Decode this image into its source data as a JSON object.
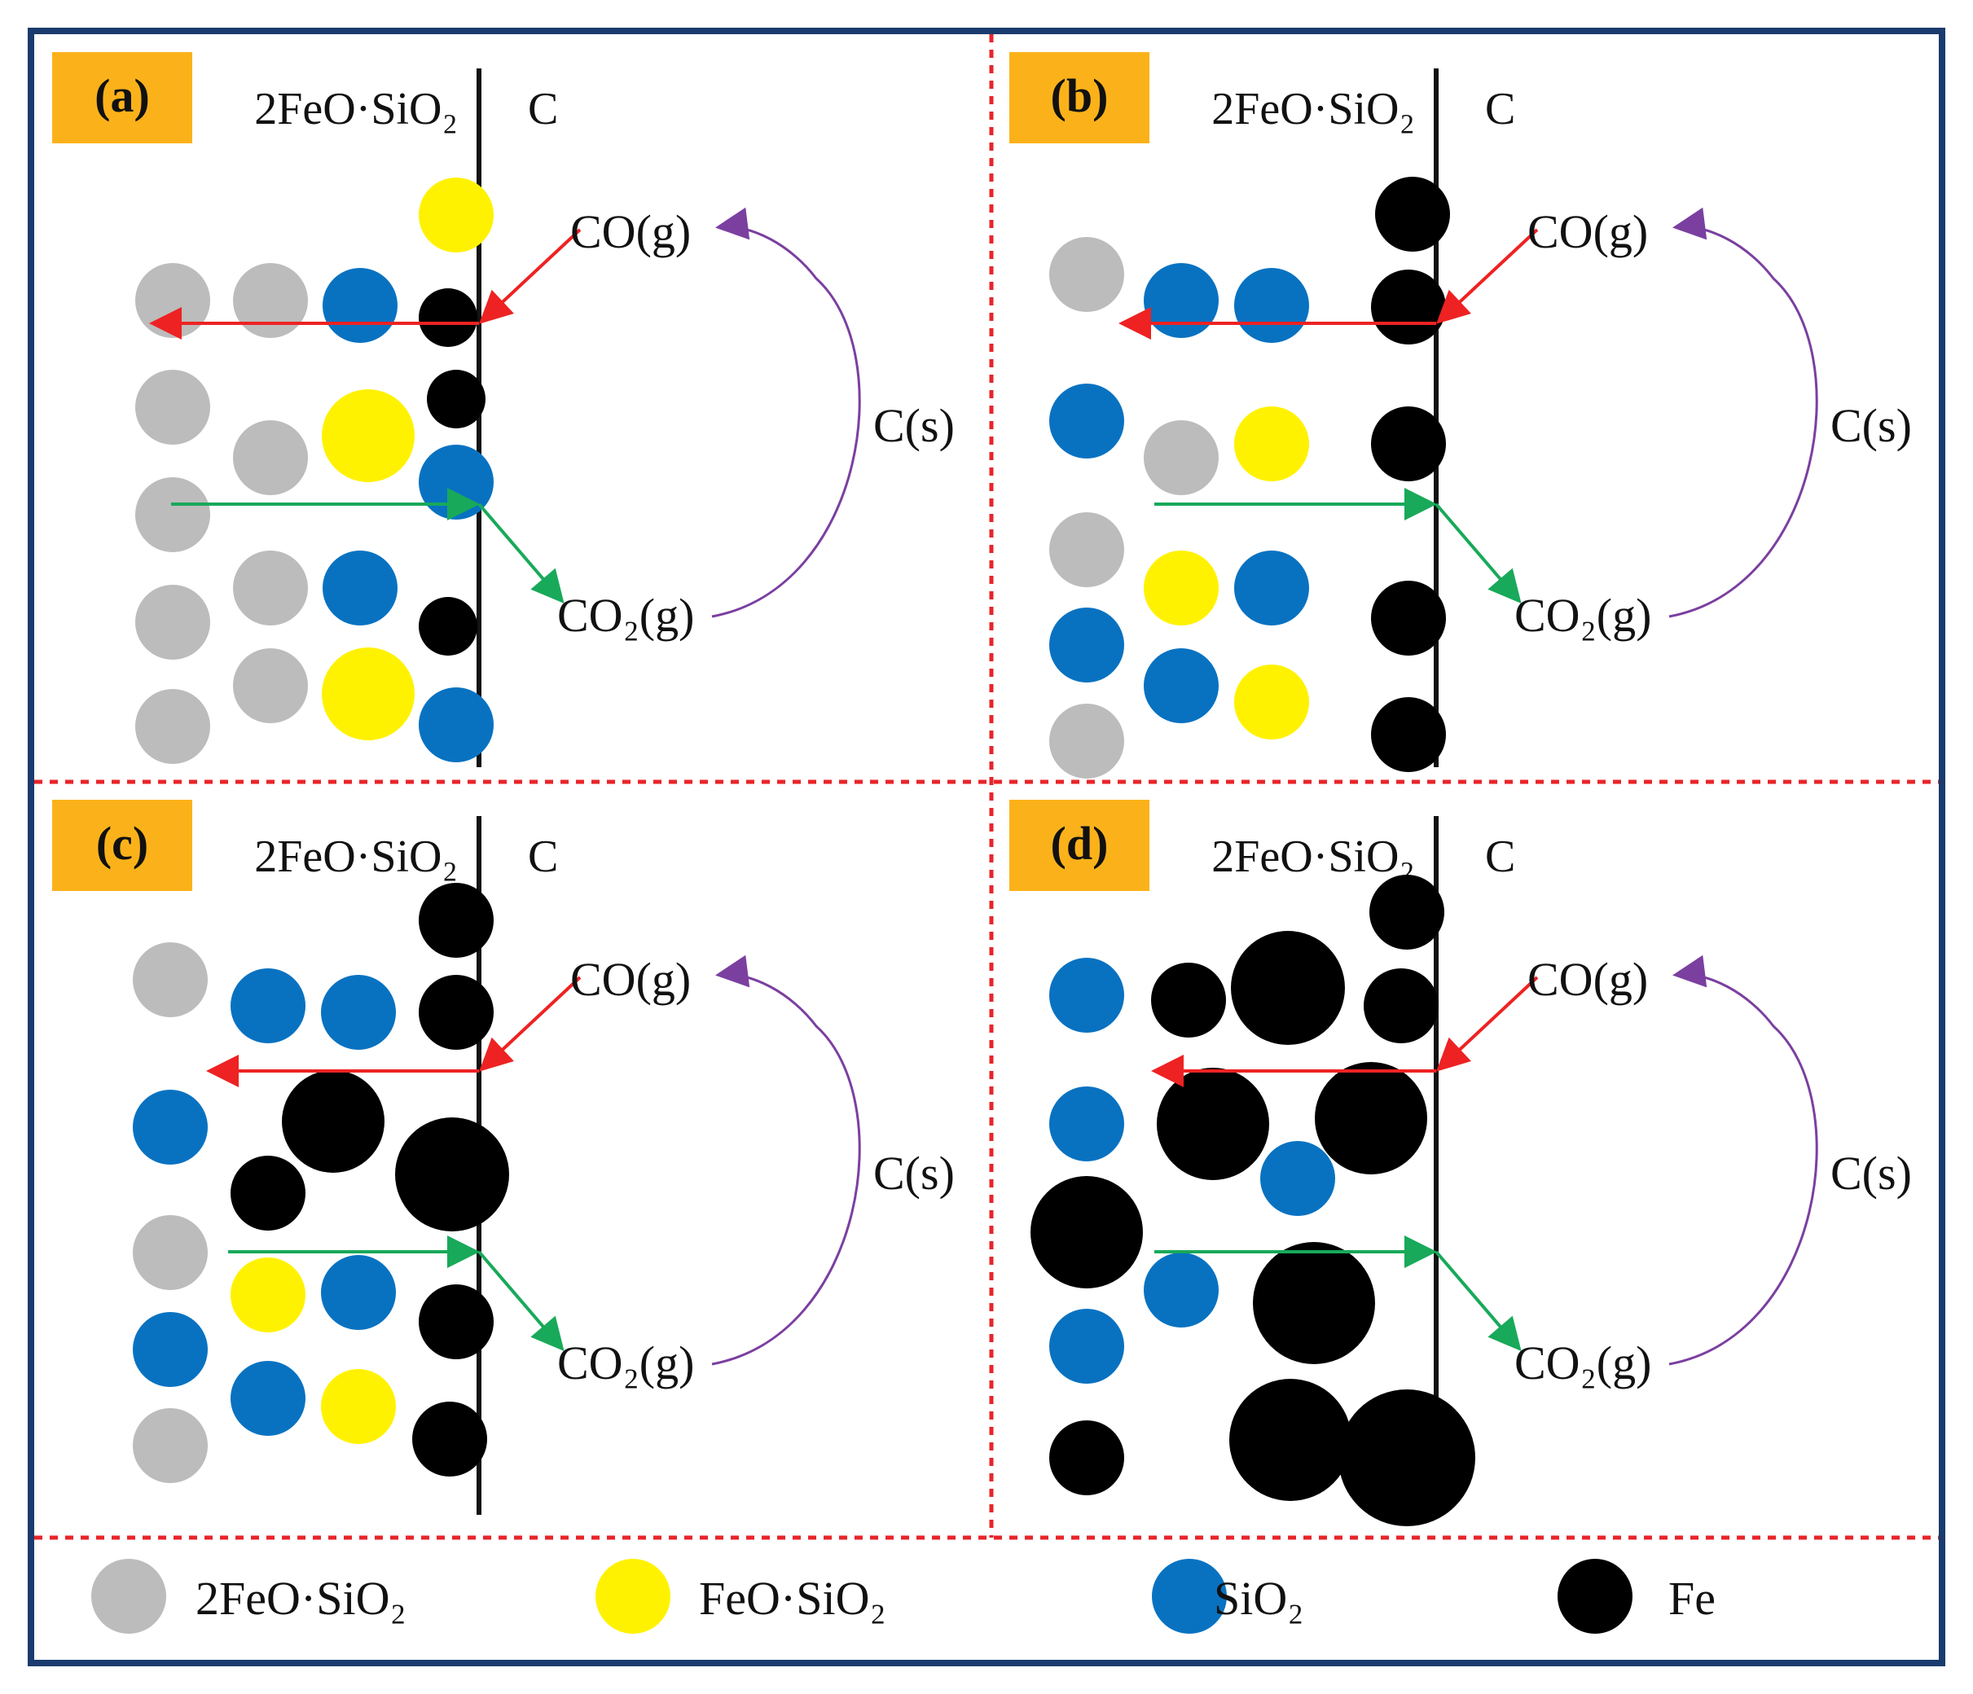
{
  "colors": {
    "frame": "#1a3b6e",
    "divider": "#e8242a",
    "tag_bg": "#fbb21a",
    "boundary": "#111111",
    "co_arrow": "#ee2222",
    "co2_arrow": "#18a95a",
    "cycle_arrow": "#7b3fa0",
    "particle_2FeO_SiO2": "#bcbcbc",
    "particle_FeO_SiO2": "#fff200",
    "particle_SiO2": "#0872c1",
    "particle_Fe": "#000000"
  },
  "panels": [
    {
      "tag": "(a)",
      "left_label": "2FeO·SiO₂",
      "right_label": "C",
      "co_label": "CO(g)",
      "co2_label": "CO₂(g)",
      "cs_label": "C(s)"
    },
    {
      "tag": "(b)",
      "left_label": "2FeO·SiO₂",
      "right_label": "C",
      "co_label": "CO(g)",
      "co2_label": "CO₂(g)",
      "cs_label": "C(s)"
    },
    {
      "tag": "(c)",
      "left_label": "2FeO·SiO₂",
      "right_label": "C",
      "co_label": "CO(g)",
      "co2_label": "CO₂(g)",
      "cs_label": "C(s)"
    },
    {
      "tag": "(d)",
      "left_label": "2FeO·SiO₂",
      "right_label": "C",
      "co_label": "CO(g)",
      "co2_label": "CO₂(g)",
      "cs_label": "C(s)"
    }
  ],
  "legend": [
    {
      "label": "2FeO·SiO₂",
      "particle": "particle_2FeO_SiO2"
    },
    {
      "label": "FeO·SiO₂",
      "particle": "particle_FeO_SiO2"
    },
    {
      "label": "SiO₂",
      "particle": "particle_SiO2"
    },
    {
      "label": "Fe",
      "particle": "particle_Fe"
    }
  ]
}
